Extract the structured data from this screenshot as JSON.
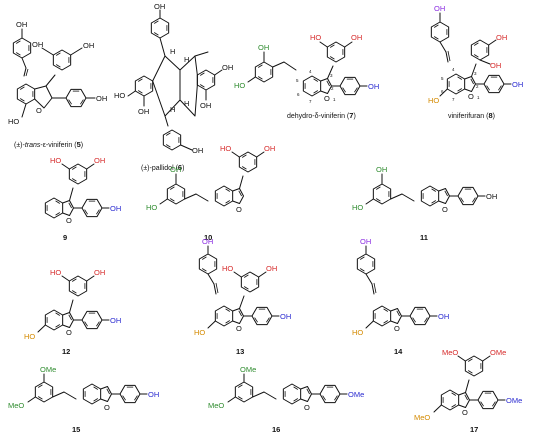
{
  "colors": {
    "black": "#111111",
    "red": "#d62a2a",
    "blue": "#2a2ad0",
    "green": "#2e8b2e",
    "purple": "#8a2be2",
    "orange": "#d48a00"
  },
  "labels": {
    "oh": "OH",
    "ho": "HO",
    "ome": "OMe",
    "meo": "MeO",
    "h": "H",
    "o": "O"
  },
  "captions": {
    "c5_pre": "(±)-",
    "c5_it": "trans",
    "c5_mid": "-ε-viniferin (",
    "c5_num": "5",
    "c5_post": ")",
    "c6_pre": "(±)-pallidol (",
    "c6_num": "6",
    "c6_post": ")",
    "c7_pre": "dehydro-δ-viniferin (",
    "c7_num": "7",
    "c7_post": ")",
    "c8_pre": "viniferifuran (",
    "c8_num": "8",
    "c8_post": ")",
    "n9": "9",
    "n10": "10",
    "n11": "11",
    "n12": "12",
    "n13": "13",
    "n14": "14",
    "n15": "15",
    "n16": "16",
    "n17": "17"
  },
  "atom_numbers": {
    "n1": "1",
    "n2": "2",
    "n3": "3",
    "n4": "4",
    "n5": "5",
    "n6": "6",
    "n7": "7"
  }
}
